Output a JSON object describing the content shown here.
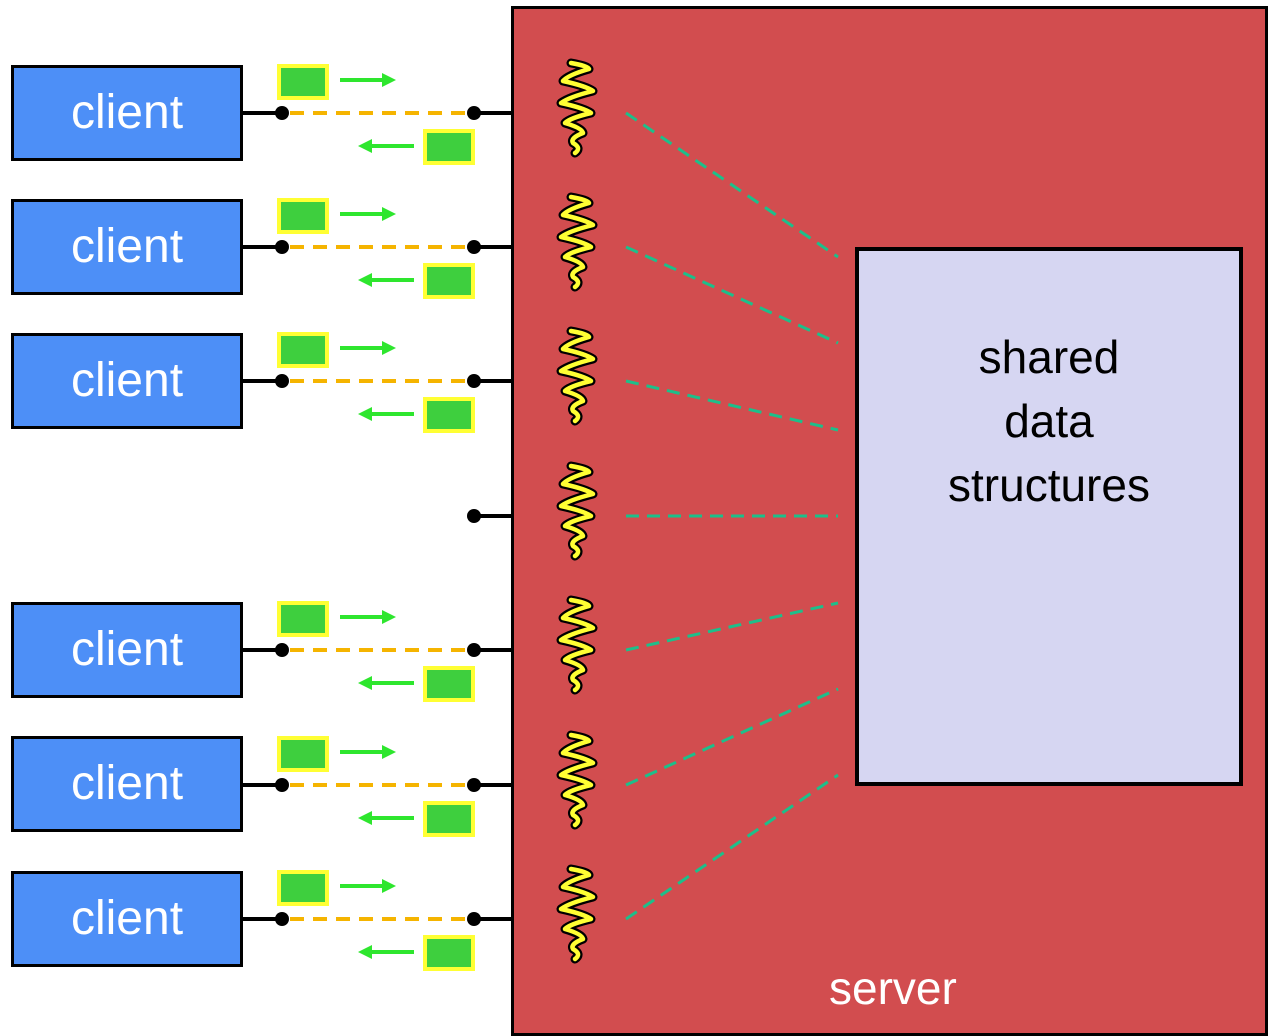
{
  "server": {
    "label": "server",
    "fill": "#d24d4f"
  },
  "shared": {
    "lines": [
      "shared",
      "data",
      "structures"
    ],
    "fill": "#d6d6f2"
  },
  "client_label": "client",
  "clients": [
    {
      "label": "client",
      "connected": true
    },
    {
      "label": "client",
      "connected": true
    },
    {
      "label": "client",
      "connected": true
    },
    {
      "label": null,
      "connected": false
    },
    {
      "label": "client",
      "connected": true
    },
    {
      "label": "client",
      "connected": true
    },
    {
      "label": "client",
      "connected": true
    }
  ],
  "colors": {
    "client_fill": "#4d8ff7",
    "connection_dashed": "#f5b400",
    "message_fill": "#3ecf3e",
    "message_border": "#ffff33",
    "arrow": "#2ee62e",
    "thread": "#ffff33",
    "thread_link": "#1dbf8a"
  },
  "icons": [
    "thread-icon",
    "message-icon",
    "arrow-right-icon",
    "arrow-left-icon"
  ]
}
